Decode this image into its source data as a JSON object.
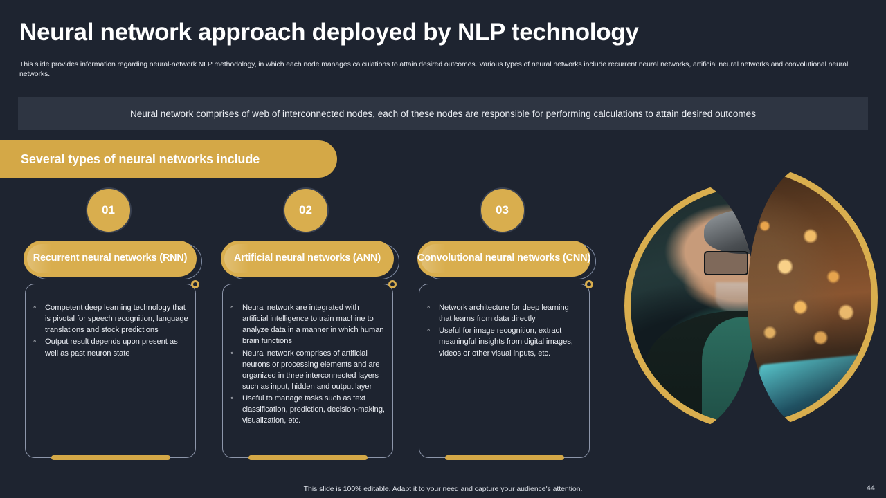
{
  "slide": {
    "title": "Neural network approach deployed by NLP technology",
    "subtitle": "This slide provides information regarding neural-network NLP methodology, in which each node manages calculations to attain desired outcomes. Various types of neural networks include recurrent neural networks, artificial neural networks and convolutional neural networks.",
    "quote": "Neural network comprises of web of interconnected nodes, each of these nodes are responsible for performing calculations to attain desired outcomes",
    "section_header": "Several types of neural networks include",
    "footer_note": "This slide is 100% editable. Adapt it to your need and capture your audience's attention.",
    "page_number": "44"
  },
  "colors": {
    "background": "#1e2430",
    "banner_background": "#2e3542",
    "gold": "#d4a847",
    "gold_light": "#d9ae4e",
    "text_primary": "#ffffff",
    "text_body": "#e8ebf1",
    "card_border": "#8d96aa"
  },
  "columns": [
    {
      "number": "01",
      "title": "Recurrent neural networks (RNN)",
      "bullets": [
        "Competent deep learning technology that is pivotal for speech recognition, language translations and stock predictions",
        "Output result depends upon present as well as past neuron state"
      ]
    },
    {
      "number": "02",
      "title": "Artificial neural networks (ANN)",
      "bullets": [
        "Neural network are integrated with artificial intelligence to train machine to analyze data in a manner in which human brain functions",
        "Neural network comprises of artificial neurons or processing elements and are organized in three interconnected layers such as input, hidden and output layer",
        "Useful to manage tasks such as text classification, prediction, decision-making, visualization, etc."
      ]
    },
    {
      "number": "03",
      "title": "Convolutional neural networks (CNN)",
      "bullets": [
        "Network architecture for deep learning that learns from data directly",
        "Useful for image recognition, extract meaningful insights from digital images, videos or other visual inputs, etc."
      ]
    }
  ],
  "artwork": {
    "left_circle_alt": "man-with-glasses-working-on-laptop-photo",
    "right_circle_alt": "warm-bokeh-lights-photo"
  }
}
